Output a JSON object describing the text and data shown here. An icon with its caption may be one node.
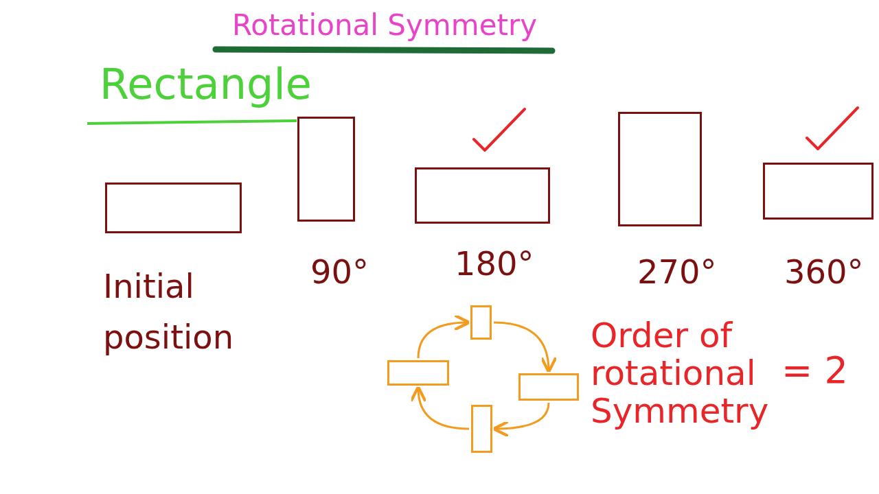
{
  "diagram": {
    "title": "Rotational Symmetry",
    "nodes": [
      {
        "text": [],
        "shape": "box",
        "beside": [
          "Initial position"
        ]
      },
      {
        "text": [],
        "shape": "box",
        "beside": [
          "90°"
        ]
      },
      {
        "text": [],
        "shape": "box",
        "beside": [
          "180°"
        ]
      },
      {
        "text": [],
        "shape": "box",
        "beside": [
          "270°"
        ]
      },
      {
        "text": [],
        "shape": "box",
        "beside": [
          "360°"
        ]
      },
      {
        "text": [],
        "shape": "box"
      },
      {
        "text": [],
        "shape": "box"
      },
      {
        "text": [],
        "shape": "box"
      },
      {
        "text": [],
        "shape": "box"
      }
    ],
    "edges": [
      {
        "from": 5,
        "to": 6,
        "arrow": "to"
      },
      {
        "from": 6,
        "to": 7,
        "arrow": "to"
      },
      {
        "from": 7,
        "to": 8,
        "arrow": "to"
      },
      {
        "from": 8,
        "to": 5,
        "arrow": "to"
      }
    ],
    "labels": [
      "Rectangle",
      "Order of rotational Symmetry",
      "= 2"
    ]
  }
}
